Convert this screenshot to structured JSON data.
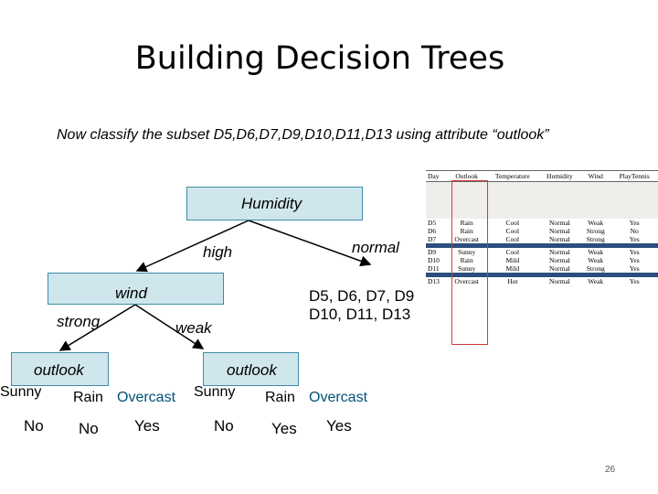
{
  "title": "Building Decision Trees",
  "subtitle": "Now classify the subset D5,D6,D7,D9,D10,D11,D13 using attribute “outlook”",
  "tree": {
    "root": "Humidity",
    "high_label": "high",
    "normal_label": "normal",
    "subset": [
      "D5, D6, D7, D9",
      "D10, D11, D13"
    ],
    "wind_node": "wind",
    "strong_label": "strong",
    "weak_label": "weak",
    "left_outlook": {
      "name": "outlook",
      "branches": [
        "Sunny",
        "Rain",
        "Overcast"
      ],
      "leaves": [
        "No",
        "No",
        "Yes"
      ]
    },
    "right_outlook": {
      "name": "outlook",
      "branches": [
        "Sunny",
        "Rain",
        "Overcast"
      ],
      "leaves": [
        "No",
        "Yes",
        "Yes"
      ]
    }
  },
  "table": {
    "headers": [
      "Day",
      "Outlook",
      "Temperature",
      "Humidity",
      "Wind",
      "PlayTennis"
    ],
    "rows": [
      [
        "D5",
        "Rain",
        "Cool",
        "Normal",
        "Weak",
        "Yes"
      ],
      [
        "D6",
        "Rain",
        "Cool",
        "Normal",
        "Strong",
        "No"
      ],
      [
        "D7",
        "Overcast",
        "Cool",
        "Normal",
        "Strong",
        "Yes"
      ],
      [
        "D9",
        "Sunny",
        "Cool",
        "Normal",
        "Weak",
        "Yes"
      ],
      [
        "D10",
        "Rain",
        "Mild",
        "Normal",
        "Weak",
        "Yes"
      ],
      [
        "D11",
        "Sunny",
        "Mild",
        "Normal",
        "Strong",
        "Yes"
      ],
      [
        "D13",
        "Overcast",
        "Hot",
        "Normal",
        "Weak",
        "Yes"
      ]
    ]
  },
  "page_number": "26",
  "colors": {
    "node_fill": "#cfe6ec",
    "node_border": "#3d8ba6",
    "highlight": "#d23b3b",
    "row_band": "#2c4e7e"
  }
}
